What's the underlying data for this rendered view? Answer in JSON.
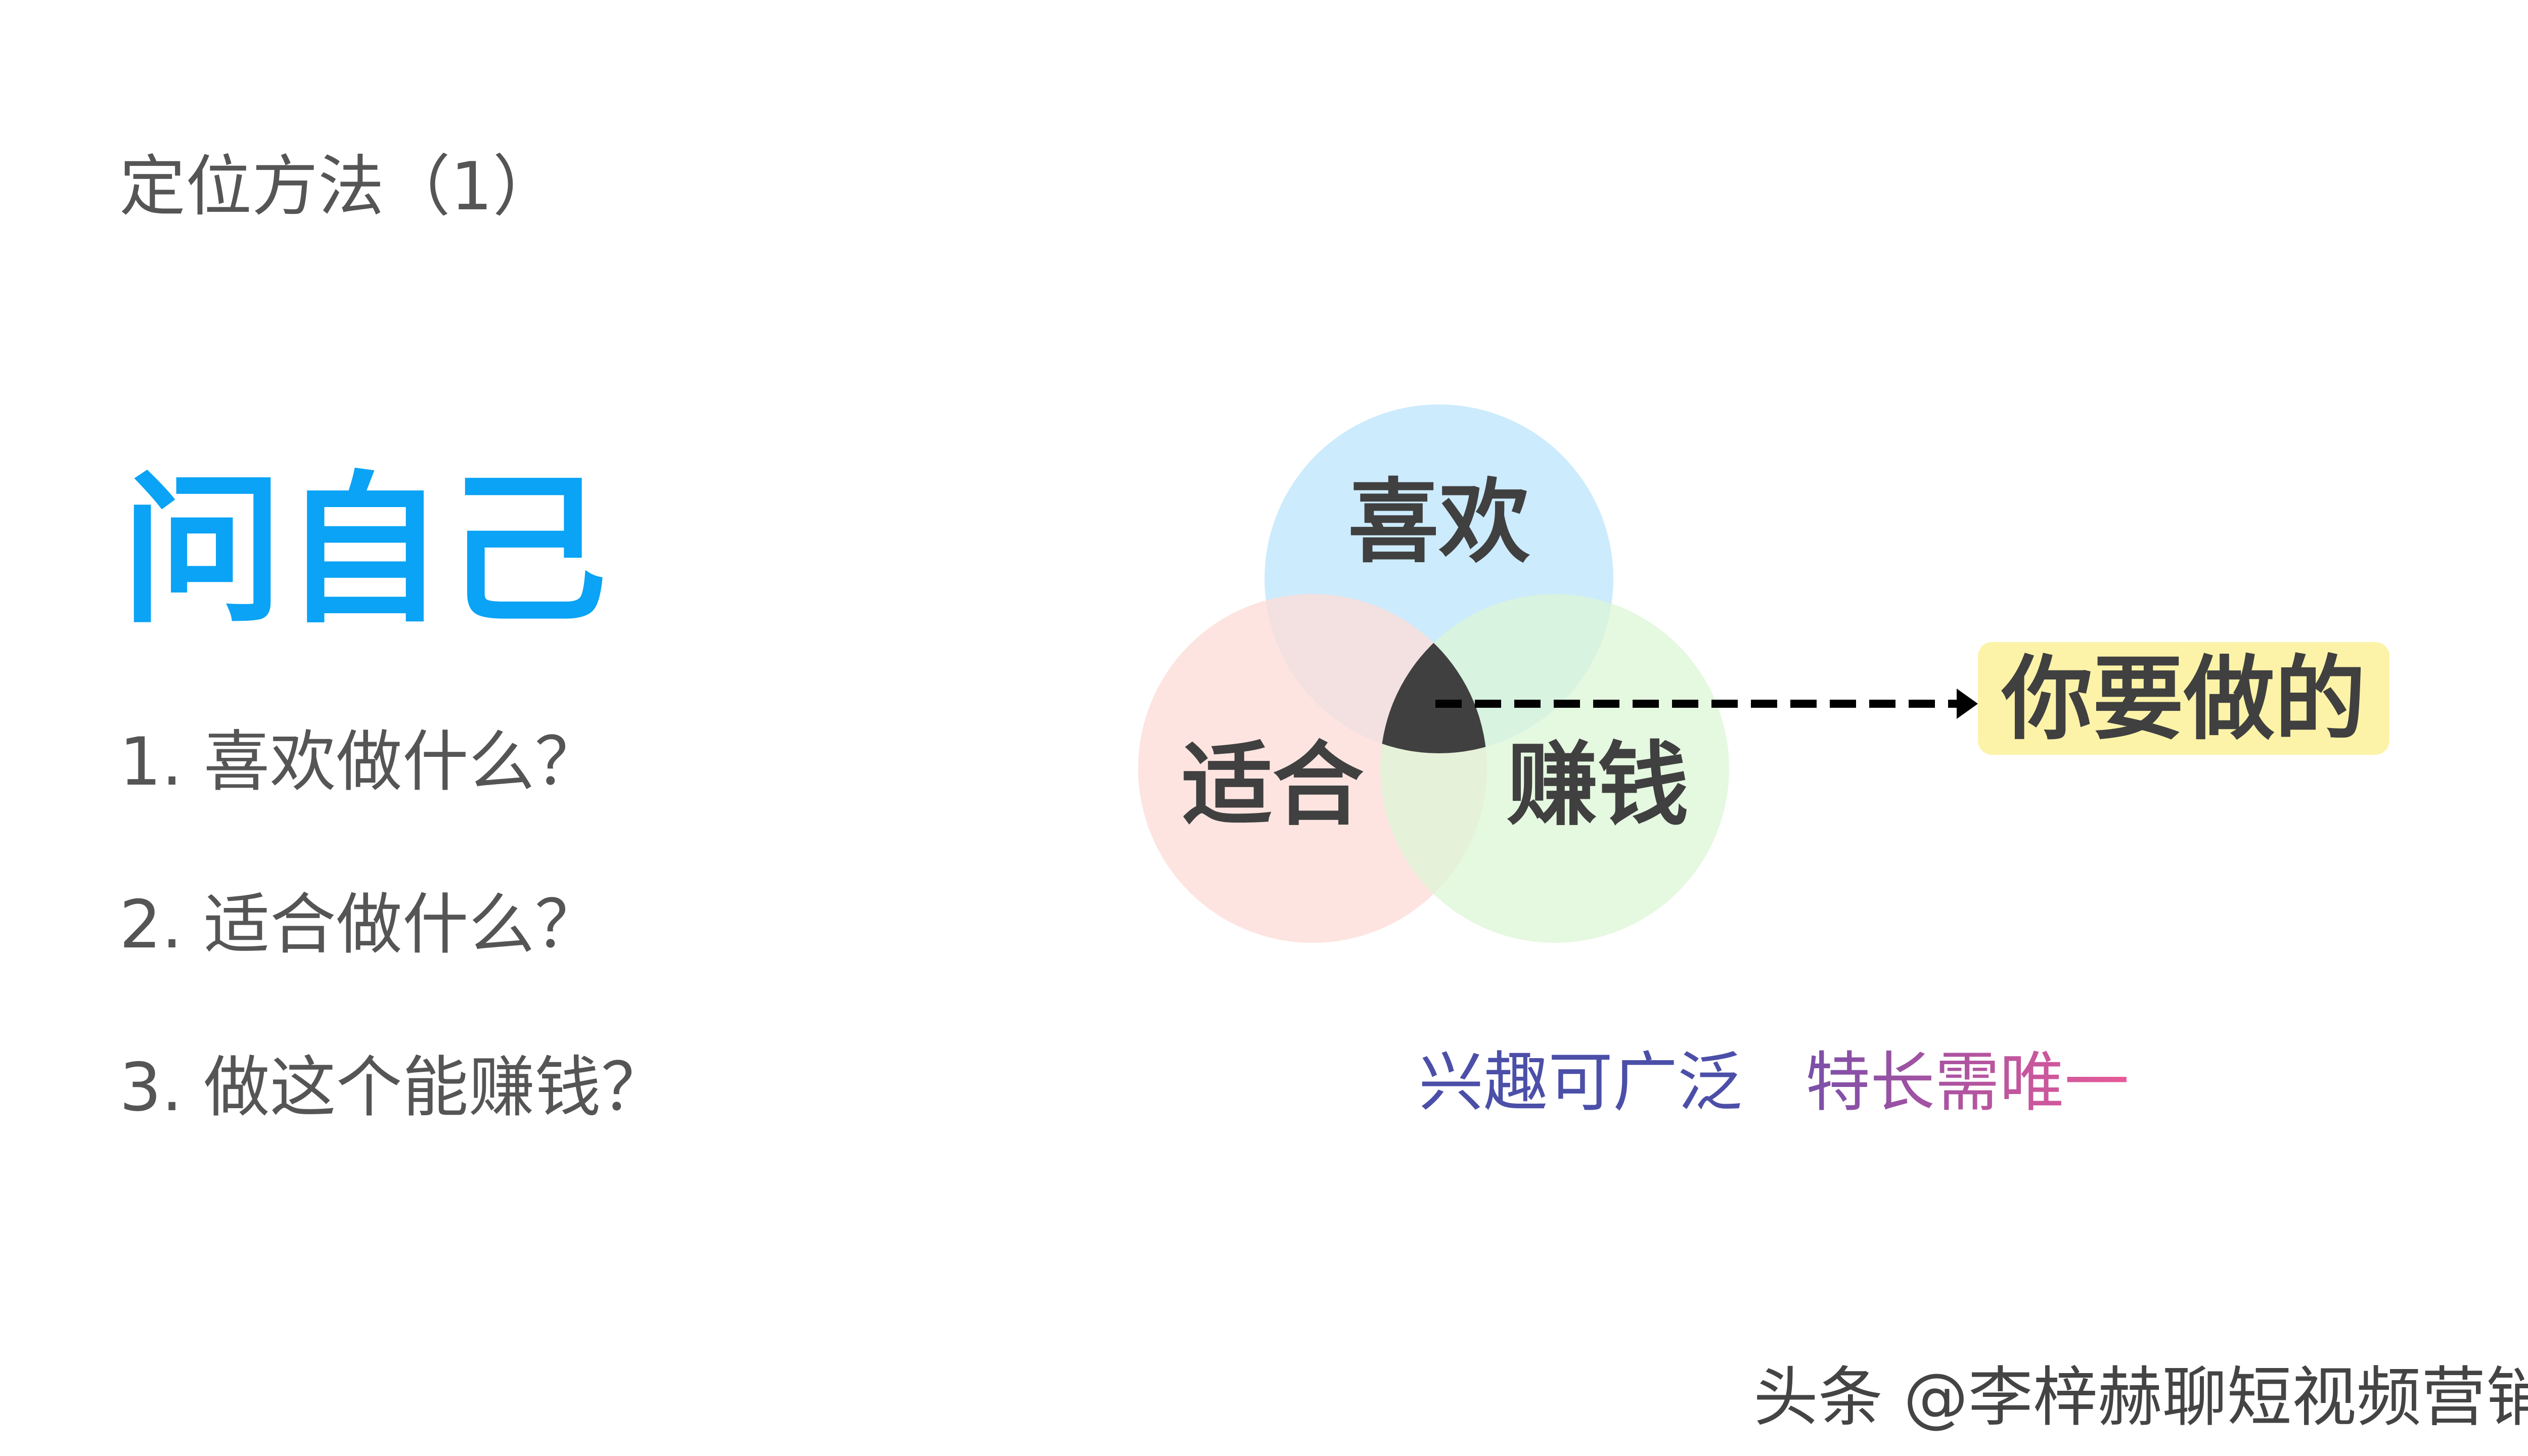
{
  "title": "定位方法（1）",
  "heading": "问自己",
  "questions": [
    "1.  喜欢做什么？",
    "2.  适合做什么？",
    "3.  做这个能赚钱？"
  ],
  "venn": {
    "circles": [
      {
        "label": "喜欢",
        "color": "#c9eafd"
      },
      {
        "label": "适合",
        "color": "#fdddd8"
      },
      {
        "label": "赚钱",
        "color": "#dcf6d6"
      }
    ],
    "center_color": "#404040",
    "result": "你要做的",
    "result_bg": "#fcf3a8"
  },
  "captions": {
    "interest": "兴趣可广泛",
    "interest_color": "#4b4fa8",
    "specialty": "特长需唯一",
    "specialty_colors": [
      "#7a4fa8",
      "#e85a98"
    ]
  },
  "watermark": "头条 @李梓赫聊短视频营销"
}
